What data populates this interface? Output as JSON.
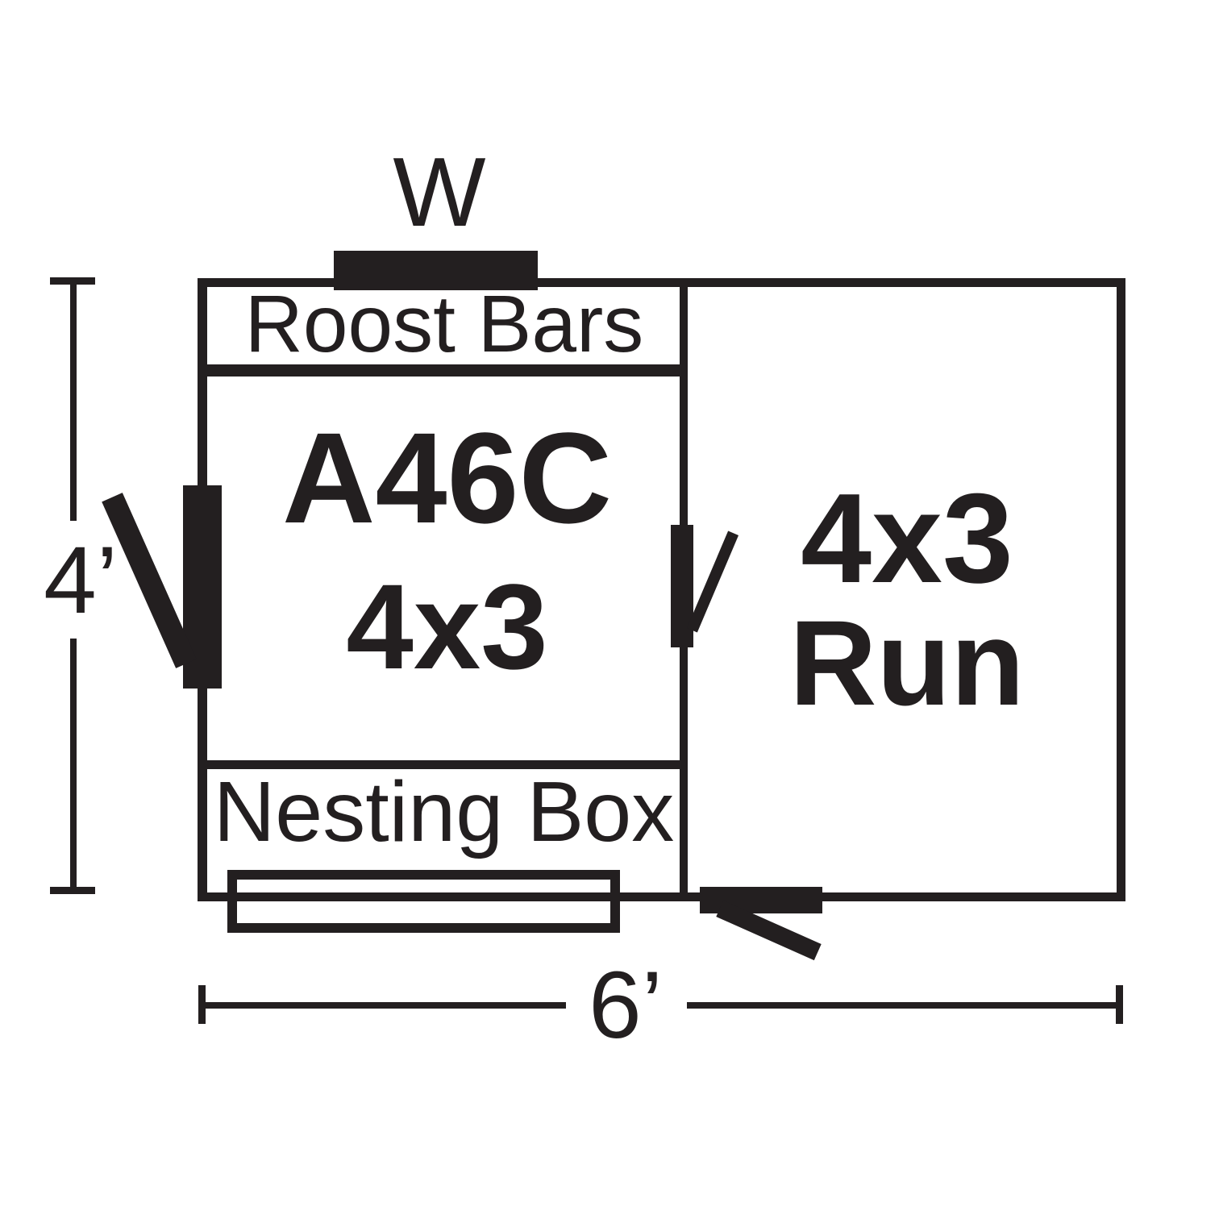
{
  "plan": {
    "window_label": "W",
    "coop": {
      "roost_label": "Roost Bars",
      "model": "A46C",
      "size": "4x3",
      "nesting_label": "Nesting Box"
    },
    "run": {
      "size": "4x3",
      "name": "Run"
    },
    "dimensions": {
      "height": "4’",
      "width": "6’"
    },
    "colors": {
      "ink": "#231f20",
      "background": "#ffffff"
    }
  }
}
